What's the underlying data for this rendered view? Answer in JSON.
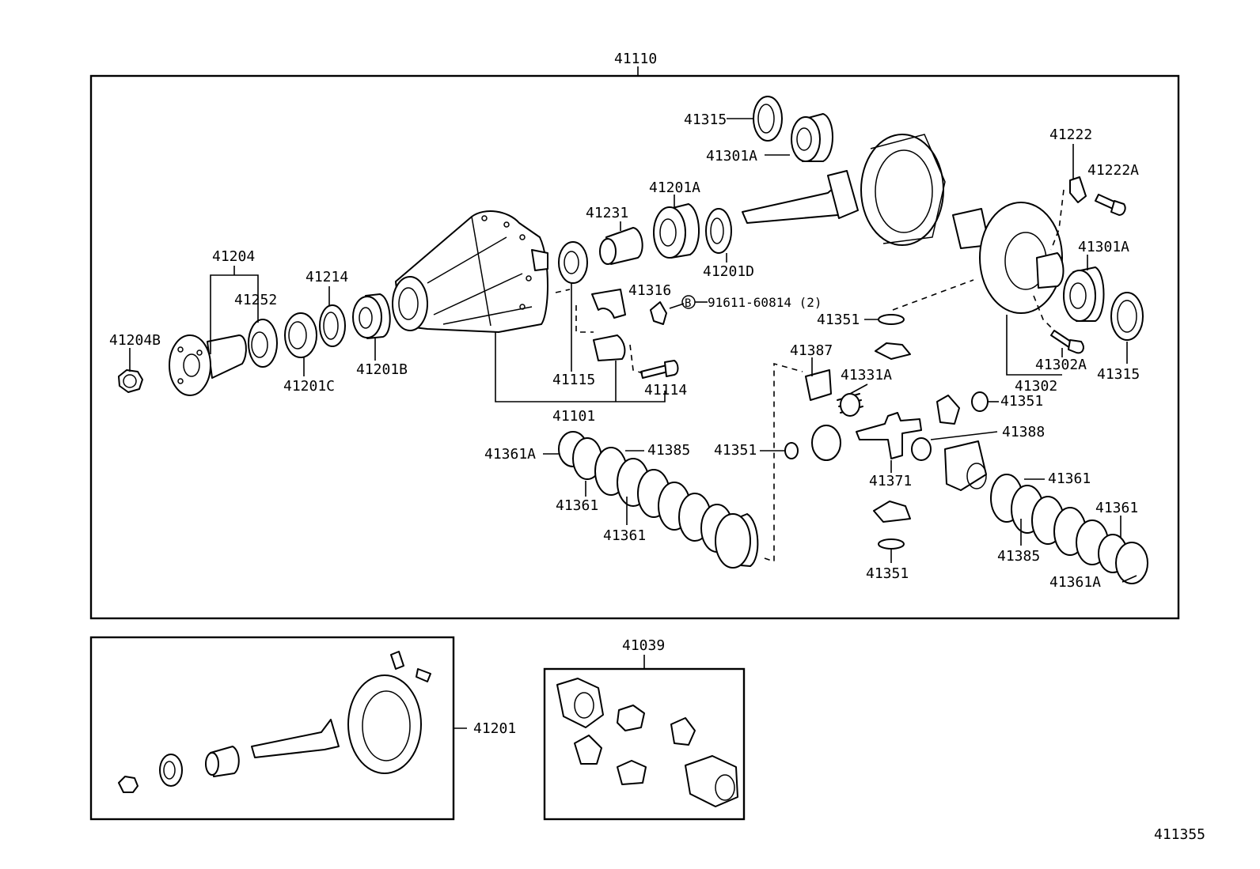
{
  "diagram": {
    "labels": {
      "assembly": "41110",
      "d41315_top": "41315",
      "d41301A_top": "41301A",
      "d41201A": "41201A",
      "d41231": "41231",
      "d41201D": "41201D",
      "d41222": "41222",
      "d41222A": "41222A",
      "d41301A_right": "41301A",
      "d41204": "41204",
      "d41252": "41252",
      "d41214": "41214",
      "d41204B": "41204B",
      "d41201C": "41201C",
      "d41201B": "41201B",
      "d41316": "41316",
      "bolt_ref": "91611-60814 (2)",
      "bolt_ref_marker": "B",
      "d41115": "41115",
      "d41114": "41114",
      "d41101": "41101",
      "d41351_a": "41351",
      "d41387": "41387",
      "d41331A": "41331A",
      "d41302A": "41302A",
      "d41302": "41302",
      "d41315_right": "41315",
      "d41351_b": "41351",
      "d41388": "41388",
      "d41361A_left": "41361A",
      "d41385_left": "41385",
      "d41351_c": "41351",
      "d41371": "41371",
      "d41361_right1": "41361",
      "d41361_left1": "41361",
      "d41361_left2": "41361",
      "d41361_right2": "41361",
      "d41385_right": "41385",
      "d41351_d": "41351",
      "d41361A_right": "41361A",
      "d41039": "41039",
      "d41201": "41201",
      "figure_id": "411355"
    }
  }
}
